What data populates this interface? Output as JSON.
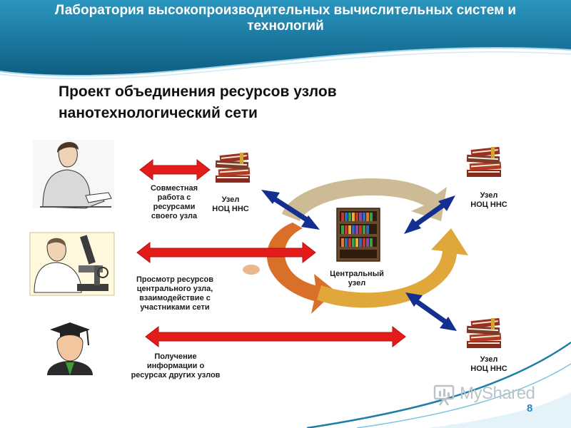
{
  "header": {
    "title_line1": "Лаборатория высокопроизводительных вычислительных систем и",
    "title_line2": "технологий"
  },
  "slide": {
    "title_line1": "Проект объединения ресурсов узлов",
    "title_line2": "нанотехнологический сети"
  },
  "labels": {
    "joint_work": [
      "Совместная",
      "работа с",
      "ресурсами",
      "своего узла"
    ],
    "browse": [
      "Просмотр ресурсов",
      "центрального узла,",
      "взаимодействие с",
      "участниками сети"
    ],
    "receive": [
      "Получение",
      "информации о",
      "ресурсах других узлов"
    ],
    "node_left": [
      "Узел",
      "НОЦ ННС"
    ],
    "node_top_right": [
      "Узел",
      "НОЦ ННС"
    ],
    "node_bottom_right": [
      "Узел",
      "НОЦ ННС"
    ],
    "central": [
      "Центральный",
      "узел"
    ]
  },
  "icons": {
    "person1": "woman-writing-icon",
    "person2": "scientist-microscope-icon",
    "person3": "graduate-icon",
    "node": "books-stack-icon",
    "central": "bookshelf-icon"
  },
  "colors": {
    "header": "#1d7ea8",
    "red_arrow": "#e21b1b",
    "blue_arrow": "#132f8f",
    "cycle_tan": "#c8b48a",
    "cycle_orange": "#d8702a",
    "cycle_gold": "#e0a83a",
    "page_number": "#2a86c4"
  },
  "watermark": "MyShared",
  "page_number": "8"
}
